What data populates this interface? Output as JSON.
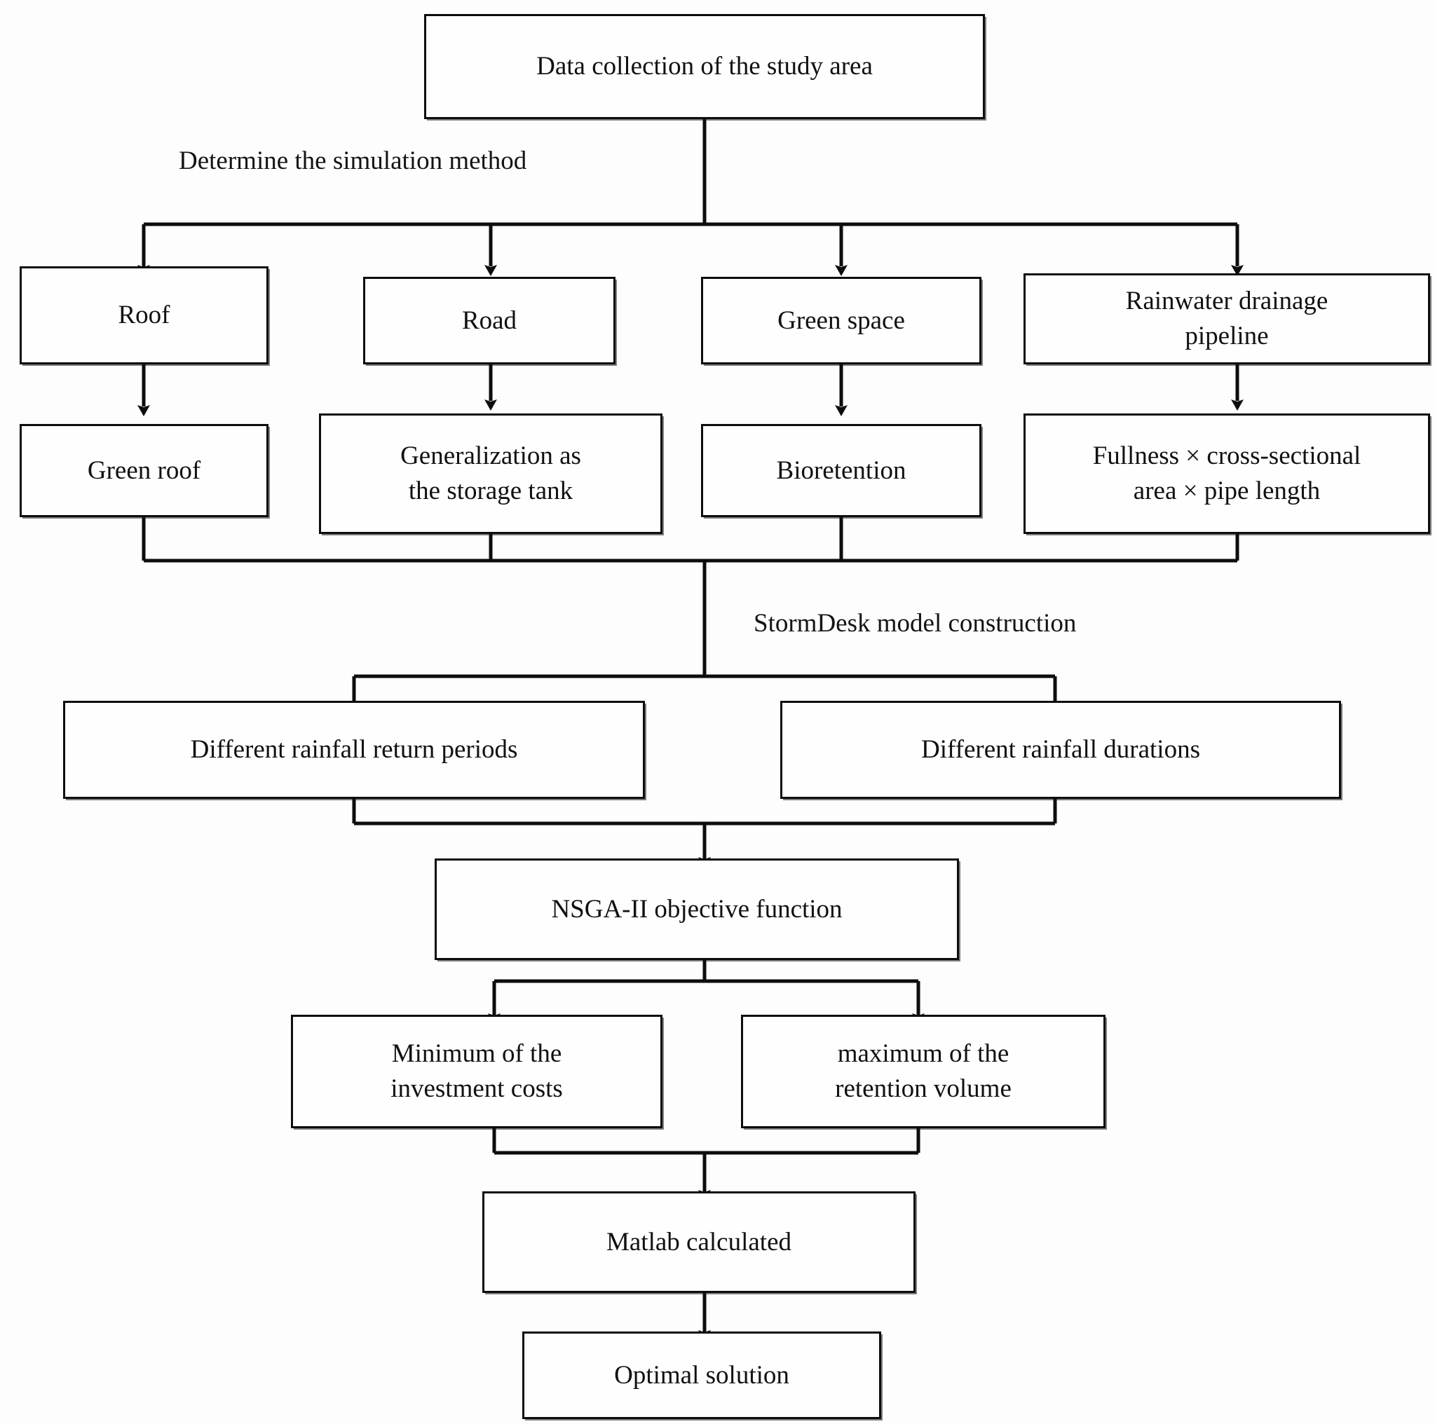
{
  "diagram": {
    "title_text": "Data collection of the study area",
    "nodes": [
      {
        "id": "data-collection",
        "label": "Data collection of the study area"
      },
      {
        "id": "roof",
        "label": "Roof"
      },
      {
        "id": "road",
        "label": "Road"
      },
      {
        "id": "green-space",
        "label": "Green space"
      },
      {
        "id": "rainwater-pipeline",
        "label": "Rainwater drainage\npipeline"
      },
      {
        "id": "green-roof",
        "label": "Green roof"
      },
      {
        "id": "storage-tank",
        "label": "Generalization as\nthe storage tank"
      },
      {
        "id": "bioretention",
        "label": "Bioretention"
      },
      {
        "id": "fullness-formula",
        "label": "Fullness × cross-sectional\narea × pipe length"
      },
      {
        "id": "return-periods",
        "label": "Different rainfall return periods"
      },
      {
        "id": "durations",
        "label": "Different rainfall durations"
      },
      {
        "id": "nsga2",
        "label": "NSGA-II objective function"
      },
      {
        "id": "min-cost",
        "label": "Minimum of the\ninvestment costs"
      },
      {
        "id": "max-retention",
        "label": "maximum of the\nretention volume"
      },
      {
        "id": "matlab",
        "label": "Matlab calculated"
      },
      {
        "id": "optimal",
        "label": "Optimal solution"
      }
    ],
    "edge_labels": [
      {
        "id": "determine-method",
        "label": "Determine the simulation method"
      },
      {
        "id": "stormdesk",
        "label": "StormDesk model construction"
      }
    ],
    "colors": {
      "line": "#0d0d0d",
      "box_fill": "#fefefe",
      "text": "#111111",
      "background": "#fdfdfd"
    }
  }
}
